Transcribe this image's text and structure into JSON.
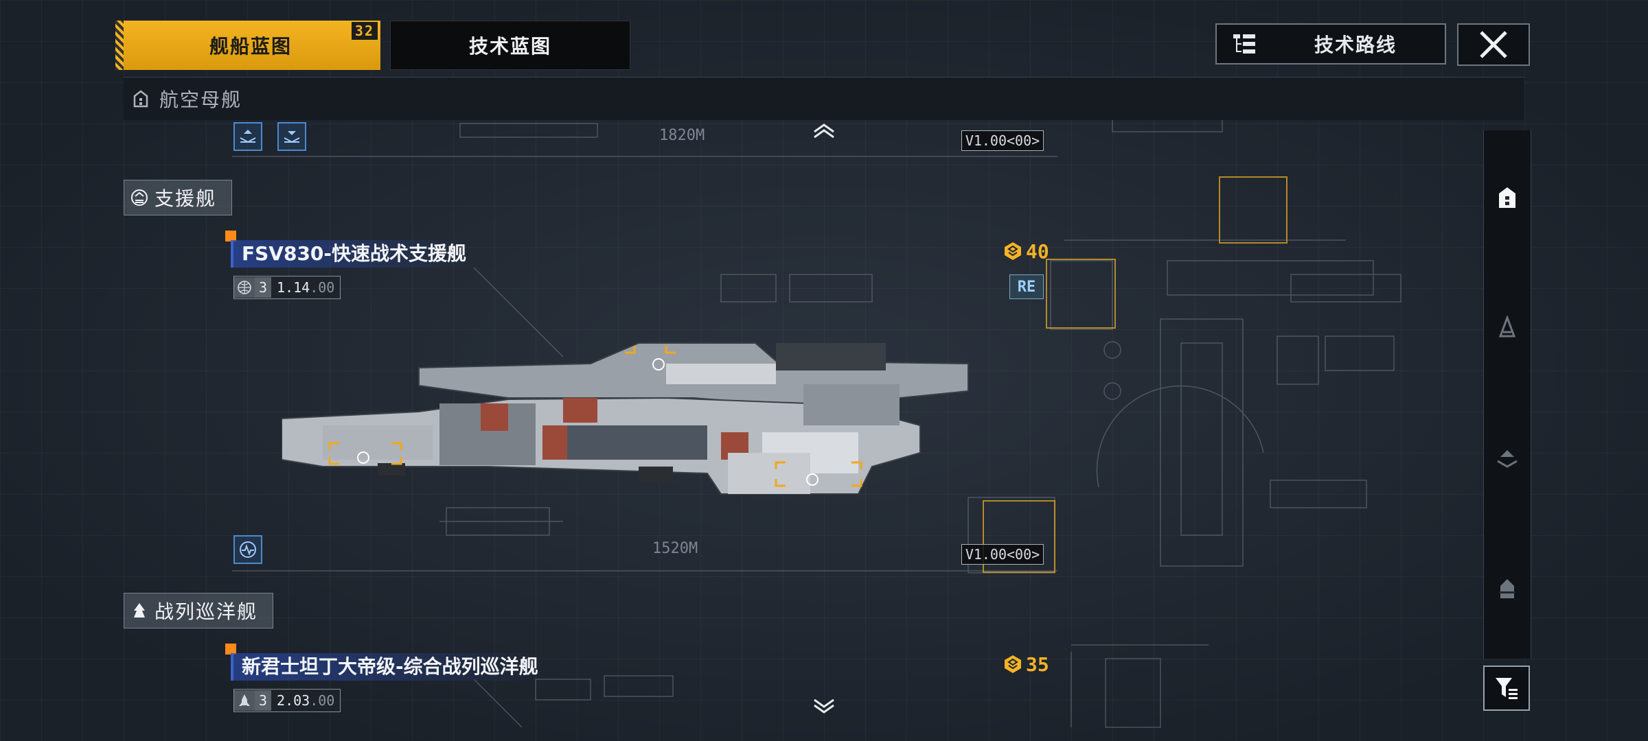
{
  "tabs": {
    "ship_blueprint": "舰船蓝图",
    "ship_blueprint_count": "32",
    "tech_blueprint": "技术蓝图"
  },
  "top_right": {
    "tech_route_label": "技术路线",
    "close_icon": "close-icon"
  },
  "category": {
    "label": "航空母舰",
    "icon": "carrier-icon"
  },
  "sections": [
    {
      "label": "支援舰",
      "icon": "support-ship-icon",
      "ship": {
        "name": "FSV830-快速战术支援舰",
        "version_tier": "3",
        "version_main": "1.14",
        "version_sub": ".00",
        "cost": "40",
        "badge": "RE"
      }
    },
    {
      "label": "战列巡洋舰",
      "icon": "battlecruiser-icon",
      "ship": {
        "name": "新君士坦丁大帝级-综合战列巡洋舰",
        "version_tier": "3",
        "version_main": "2.03",
        "version_sub": ".00"
      }
    }
  ],
  "bottom_cost": "35",
  "blueprint_text": {
    "top_distance": "1820M",
    "mid_distance": "1520M",
    "version_tag_1": "V1.00<00>",
    "version_tag_2": "V1.00<00>"
  },
  "rail_icons": [
    "carrier-icon",
    "frigate-icon",
    "destroyer-icon",
    "cruiser-icon"
  ],
  "colors": {
    "accent_orange": "#f4b421",
    "cost_gold": "#f5b326",
    "marker_orange": "#ff8a1a",
    "name_highlight": "#3c62c8",
    "background": "#1f2630"
  }
}
